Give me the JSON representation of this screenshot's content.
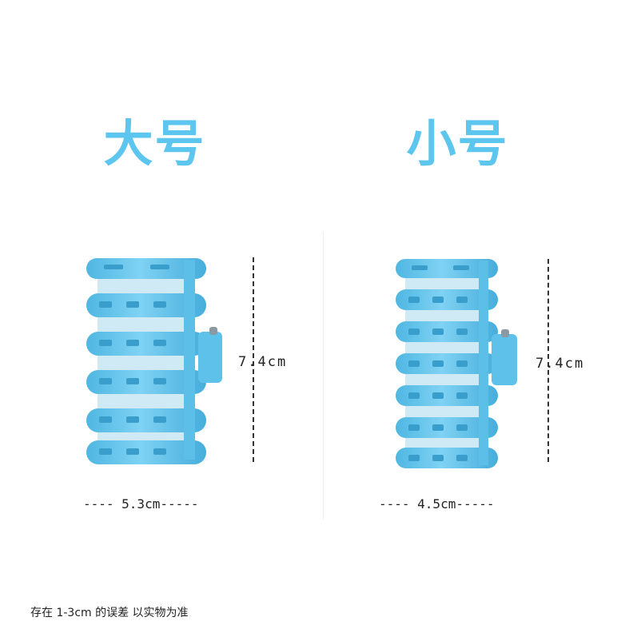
{
  "large": {
    "title": "大号",
    "height": "7.4cm",
    "width": "---- 5.3cm-----"
  },
  "small": {
    "title": "小号",
    "height": "7.4cm",
    "width": "---- 4.5cm-----"
  },
  "note": "存在 1-3cm 的误差  以实物为准",
  "colors": {
    "title": "#5cc6ef",
    "roller": "#5ec1ea",
    "roller_dark": "#3ea6d4",
    "roller_light": "#8ad6f5"
  }
}
